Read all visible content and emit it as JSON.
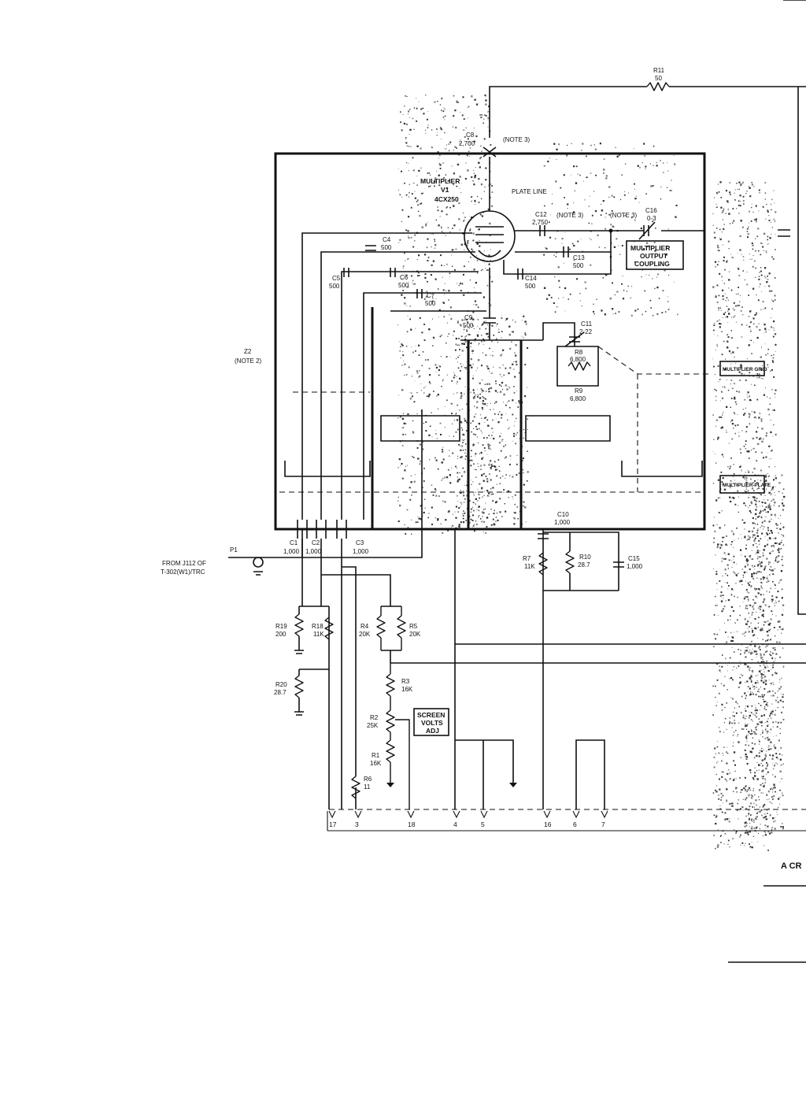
{
  "labels": {
    "r11": "R11",
    "r11_val": "50",
    "c8": "C8",
    "c8_val": "2,700",
    "note3_c8": "(NOTE 3)",
    "tube_label": "MULTIPLIER",
    "tube_ref": "V1",
    "tube_type": "4CX250",
    "plate_line": "PLATE LINE",
    "c12": "C12",
    "c12_val": "2,750",
    "note3_c12": "(NOTE 3)",
    "note3_c16": "(NOTE 3)",
    "c16": "C16",
    "c16_val": "0-3",
    "c4": "C4",
    "c4_val": "500",
    "c13": "C13",
    "c13_val": "500",
    "c5": "C5",
    "c5_val": "500",
    "c6": "C6",
    "c6_val": "500",
    "c14": "C14",
    "c14_val": "500",
    "c7": "C7",
    "c7_val": "500",
    "c9": "C9",
    "c9_val": "500",
    "c11": "C11",
    "c11_val": "2-22",
    "r8": "R8",
    "r8_val": "6,800",
    "r9": "R9",
    "r9_val": "6,800",
    "z2": "Z2",
    "note2": "(NOTE 2)",
    "c1": "C1",
    "c1_val": "1,000",
    "c2": "C2",
    "c2_val": "1,000",
    "c3": "C3",
    "c3_val": "1,000",
    "c10": "C10",
    "c10_val": "1,000",
    "c15": "C15",
    "c15_val": "1,000",
    "r7": "R7",
    "r7_val": "11K",
    "r10": "R10",
    "r10_val": "28.7",
    "p1": "P1",
    "from_line1": "FROM J112 OF",
    "from_line2": "T-302(W1)/TRC",
    "r19": "R19",
    "r19_val": "200",
    "r18": "R18",
    "r18_val": "11K",
    "r20": "R20",
    "r20_val": "28.7",
    "r4": "R4",
    "r4_val": "20K",
    "r5": "R5",
    "r5_val": "20K",
    "r3": "R3",
    "r3_val": "16K",
    "r2": "R2",
    "r2_val": "25K",
    "r1": "R1",
    "r1_val": "16K",
    "r6": "R6",
    "r6_val": "11"
  },
  "blocks": {
    "output_coupling_1": "MULTIPLIER",
    "output_coupling_2": "OUTPUT",
    "output_coupling_3": "COUPLING",
    "screen_adj_1": "SCREEN",
    "screen_adj_2": "VOLTS",
    "screen_adj_3": "ADJ",
    "mult_grid": "MULTIPLIER GRID",
    "mult_plate": "MULTIPLIER PLATE",
    "bottom_box": "A CR"
  },
  "pins": [
    "17",
    "3",
    "18",
    "4",
    "5",
    "16",
    "6",
    "7"
  ],
  "colors": {
    "ink": "#111111",
    "paper": "#ffffff"
  }
}
